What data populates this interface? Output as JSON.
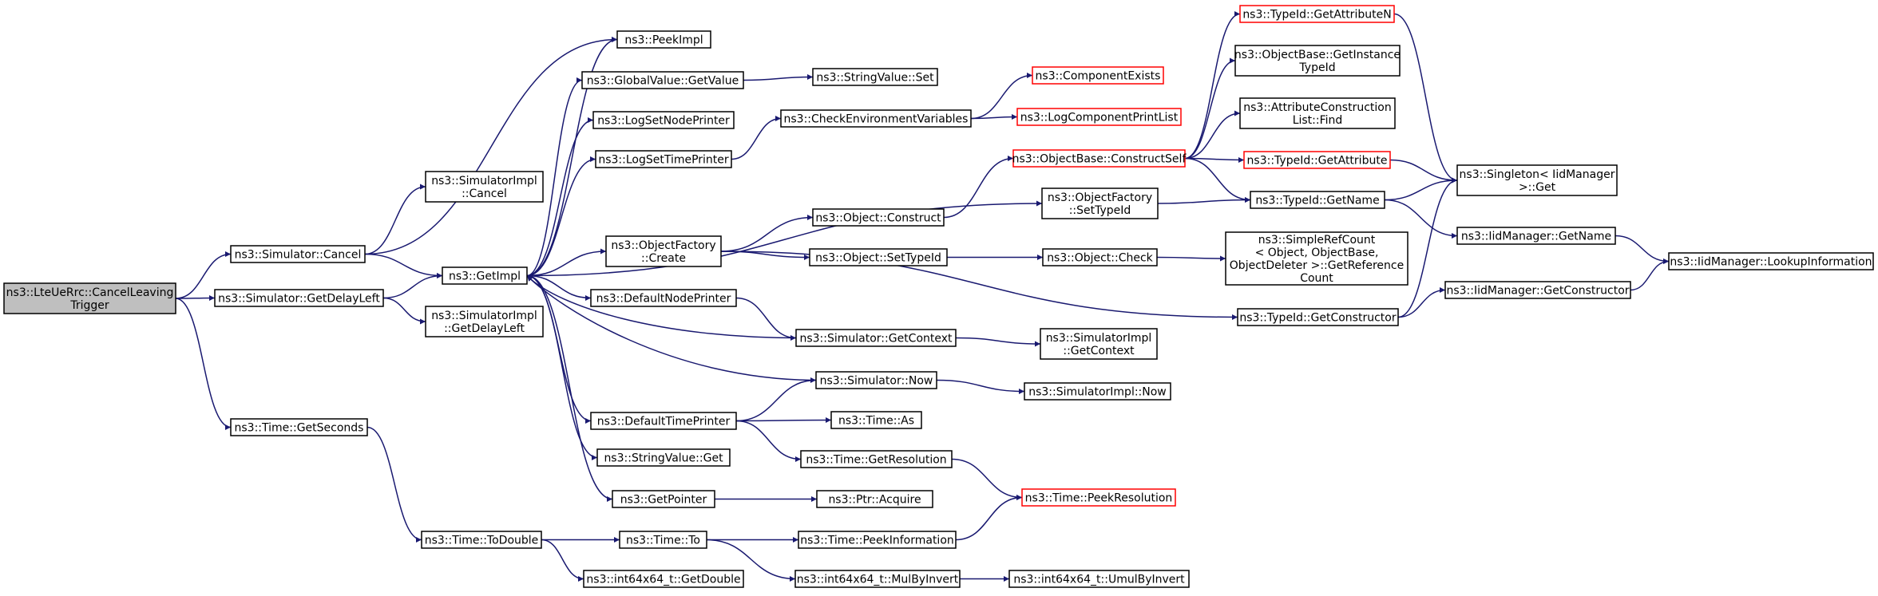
{
  "nodes": {
    "cancel_leaving_trigger": {
      "lines": [
        "ns3::LteUeRrc::CancelLeaving",
        "Trigger"
      ],
      "style": "root"
    },
    "sim_cancel": {
      "lines": [
        "ns3::Simulator::Cancel"
      ],
      "style": "normal"
    },
    "sim_get_delay_left": {
      "lines": [
        "ns3::Simulator::GetDelayLeft"
      ],
      "style": "normal"
    },
    "time_get_seconds": {
      "lines": [
        "ns3::Time::GetSeconds"
      ],
      "style": "normal"
    },
    "simimpl_cancel": {
      "lines": [
        "ns3::SimulatorImpl",
        "::Cancel"
      ],
      "style": "normal"
    },
    "get_impl": {
      "lines": [
        "ns3::GetImpl"
      ],
      "style": "normal"
    },
    "simimpl_get_delay_left": {
      "lines": [
        "ns3::SimulatorImpl",
        "::GetDelayLeft"
      ],
      "style": "normal"
    },
    "time_to_double": {
      "lines": [
        "ns3::Time::ToDouble"
      ],
      "style": "normal"
    },
    "peek_impl": {
      "lines": [
        "ns3::PeekImpl"
      ],
      "style": "normal"
    },
    "global_value_get_value": {
      "lines": [
        "ns3::GlobalValue::GetValue"
      ],
      "style": "normal"
    },
    "log_set_node_printer": {
      "lines": [
        "ns3::LogSetNodePrinter"
      ],
      "style": "normal"
    },
    "log_set_time_printer": {
      "lines": [
        "ns3::LogSetTimePrinter"
      ],
      "style": "normal"
    },
    "object_factory_create": {
      "lines": [
        "ns3::ObjectFactory",
        "::Create"
      ],
      "style": "normal"
    },
    "default_node_printer": {
      "lines": [
        "ns3::DefaultNodePrinter"
      ],
      "style": "normal"
    },
    "default_time_printer": {
      "lines": [
        "ns3::DefaultTimePrinter"
      ],
      "style": "normal"
    },
    "string_value_get": {
      "lines": [
        "ns3::StringValue::Get"
      ],
      "style": "normal"
    },
    "get_pointer": {
      "lines": [
        "ns3::GetPointer"
      ],
      "style": "normal"
    },
    "time_to": {
      "lines": [
        "ns3::Time::To"
      ],
      "style": "normal"
    },
    "int64_get_double": {
      "lines": [
        "ns3::int64x64_t::GetDouble"
      ],
      "style": "normal"
    },
    "string_value_set": {
      "lines": [
        "ns3::StringValue::Set"
      ],
      "style": "normal"
    },
    "check_env_vars": {
      "lines": [
        "ns3::CheckEnvironmentVariables"
      ],
      "style": "normal"
    },
    "object_construct": {
      "lines": [
        "ns3::Object::Construct"
      ],
      "style": "normal"
    },
    "object_set_type_id": {
      "lines": [
        "ns3::Object::SetTypeId"
      ],
      "style": "normal"
    },
    "sim_get_context": {
      "lines": [
        "ns3::Simulator::GetContext"
      ],
      "style": "normal"
    },
    "sim_now": {
      "lines": [
        "ns3::Simulator::Now"
      ],
      "style": "normal"
    },
    "time_as": {
      "lines": [
        "ns3::Time::As"
      ],
      "style": "normal"
    },
    "time_get_resolution": {
      "lines": [
        "ns3::Time::GetResolution"
      ],
      "style": "normal"
    },
    "ptr_acquire": {
      "lines": [
        "ns3::Ptr::Acquire"
      ],
      "style": "normal"
    },
    "time_peek_information": {
      "lines": [
        "ns3::Time::PeekInformation"
      ],
      "style": "normal"
    },
    "int64_mul_by_invert": {
      "lines": [
        "ns3::int64x64_t::MulByInvert"
      ],
      "style": "normal"
    },
    "component_exists": {
      "lines": [
        "ns3::ComponentExists"
      ],
      "style": "truncated"
    },
    "log_component_print_list": {
      "lines": [
        "ns3::LogComponentPrintList"
      ],
      "style": "truncated"
    },
    "object_base_construct_self": {
      "lines": [
        "ns3::ObjectBase::ConstructSelf"
      ],
      "style": "truncated"
    },
    "object_factory_set_type_id": {
      "lines": [
        "ns3::ObjectFactory",
        "::SetTypeId"
      ],
      "style": "normal"
    },
    "object_check": {
      "lines": [
        "ns3::Object::Check"
      ],
      "style": "normal"
    },
    "simimpl_get_context": {
      "lines": [
        "ns3::SimulatorImpl",
        "::GetContext"
      ],
      "style": "normal"
    },
    "simimpl_now": {
      "lines": [
        "ns3::SimulatorImpl::Now"
      ],
      "style": "normal"
    },
    "time_peek_resolution": {
      "lines": [
        "ns3::Time::PeekResolution"
      ],
      "style": "truncated"
    },
    "int64_umul_by_invert": {
      "lines": [
        "ns3::int64x64_t::UmulByInvert"
      ],
      "style": "normal"
    },
    "typeid_get_attribute_n": {
      "lines": [
        "ns3::TypeId::GetAttributeN"
      ],
      "style": "truncated"
    },
    "object_base_get_instance_type_id": {
      "lines": [
        "ns3::ObjectBase::GetInstance",
        "TypeId"
      ],
      "style": "normal"
    },
    "attr_construction_list_find": {
      "lines": [
        "ns3::AttributeConstruction",
        "List::Find"
      ],
      "style": "normal"
    },
    "typeid_get_attribute": {
      "lines": [
        "ns3::TypeId::GetAttribute"
      ],
      "style": "truncated"
    },
    "typeid_get_name": {
      "lines": [
        "ns3::TypeId::GetName"
      ],
      "style": "normal"
    },
    "simple_ref_count_get_reference_count": {
      "lines": [
        "ns3::SimpleRefCount",
        "< Object, ObjectBase,",
        "ObjectDeleter >::GetReference",
        "Count"
      ],
      "style": "normal"
    },
    "typeid_get_constructor": {
      "lines": [
        "ns3::TypeId::GetConstructor"
      ],
      "style": "normal"
    },
    "singleton_get": {
      "lines": [
        "ns3::Singleton< IidManager",
        " >::Get"
      ],
      "style": "normal"
    },
    "iid_manager_get_name": {
      "lines": [
        "ns3::IidManager::GetName"
      ],
      "style": "normal"
    },
    "iid_manager_get_constructor": {
      "lines": [
        "ns3::IidManager::GetConstructor"
      ],
      "style": "normal"
    },
    "iid_manager_lookup_information": {
      "lines": [
        "ns3::IidManager::LookupInformation"
      ],
      "style": "normal"
    }
  },
  "colors": {
    "edge": "#191970",
    "node_border": "#000000",
    "truncated_border": "#ff0000",
    "root_fill": "#bfbfbf",
    "node_fill": "#ffffff"
  }
}
